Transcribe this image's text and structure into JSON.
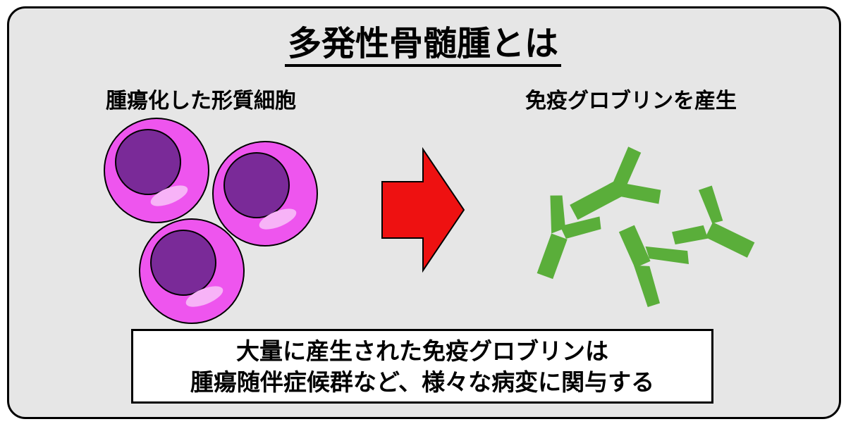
{
  "title": "多発性骨髄腫とは",
  "left_label": "腫瘍化した形質細胞",
  "right_label": "免疫グロブリンを産生",
  "caption": {
    "line1": "大量に産生された免疫グロブリンは",
    "line2": "腫瘍随伴症候群など、様々な病変に関与する"
  },
  "colors": {
    "panel_bg": "#e6e6e6",
    "cell_body": "#ee55ee",
    "cell_nucleus": "#7a2a98",
    "arrow": "#ee1111",
    "antibody": "#5aae3a"
  }
}
